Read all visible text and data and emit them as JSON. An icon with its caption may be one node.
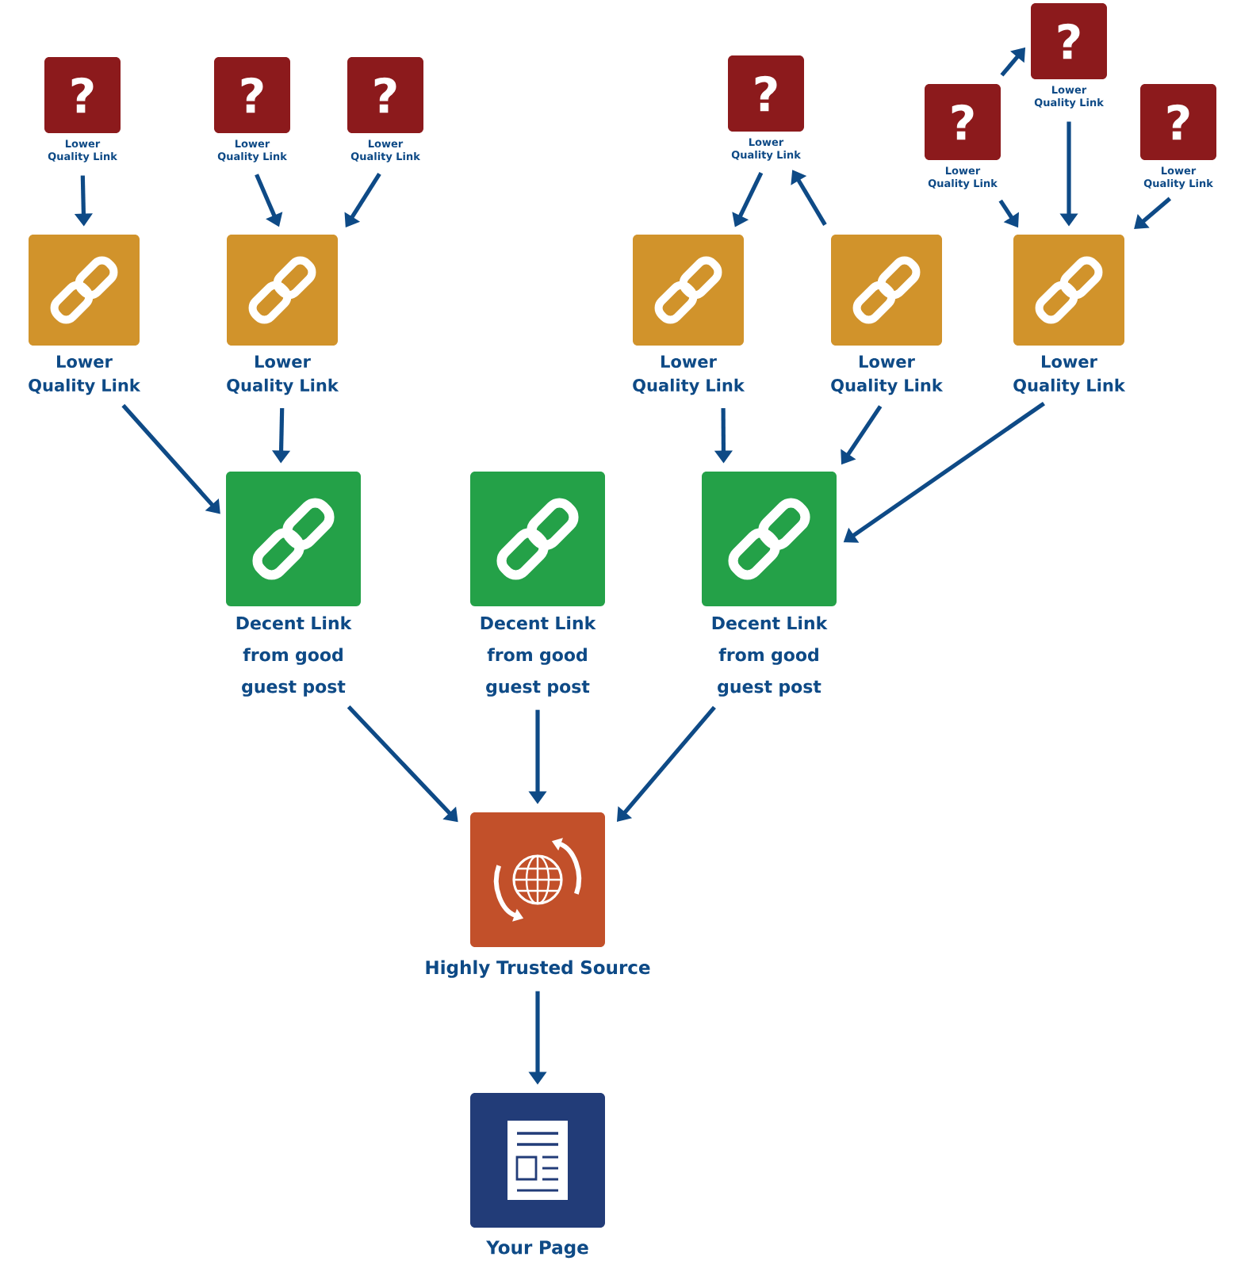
{
  "diagram": {
    "nodes": [
      {
        "text": [
          "?",
          "Lower Quality Link"
        ]
      },
      {
        "text": [
          "?",
          "Lower Quality Link"
        ]
      },
      {
        "text": [
          "?",
          "Lower Quality Link"
        ]
      },
      {
        "text": [
          "?",
          "Lower Quality Link"
        ]
      },
      {
        "text": [
          "?",
          "Lower Quality Link"
        ]
      },
      {
        "text": [
          "?",
          "Lower Quality Link"
        ]
      },
      {
        "text": [
          "?",
          "Lower Quality Link"
        ]
      },
      {
        "text": [
          "Lower Quality Link"
        ]
      },
      {
        "text": [
          "Lower Quality Link"
        ]
      },
      {
        "text": [
          "Lower Quality Link"
        ]
      },
      {
        "text": [
          "Lower Quality Link"
        ]
      },
      {
        "text": [
          "Lower Quality Link"
        ]
      },
      {
        "text": [
          "Decent Link from good guest post"
        ]
      },
      {
        "text": [
          "Decent Link from good guest post"
        ]
      },
      {
        "text": [
          "Decent Link from good guest post"
        ]
      },
      {
        "text": [
          "Highly Trusted Source"
        ]
      },
      {
        "text": [
          "Your Page"
        ]
      }
    ],
    "edges": [
      {
        "from": 1,
        "to": 7,
        "arrow": "to"
      },
      {
        "from": 2,
        "to": 8,
        "arrow": "to"
      },
      {
        "from": 3,
        "to": 8,
        "arrow": "to"
      },
      {
        "from": 4,
        "to": 9,
        "arrow": "to"
      },
      {
        "from": 10,
        "to": 4,
        "arrow": "to"
      },
      {
        "from": 5,
        "to": 0,
        "arrow": "to"
      },
      {
        "from": 0,
        "to": 11,
        "arrow": "to"
      },
      {
        "from": 5,
        "to": 11,
        "arrow": "to"
      },
      {
        "from": 6,
        "to": 11,
        "arrow": "to"
      },
      {
        "from": 7,
        "to": 12,
        "arrow": "to"
      },
      {
        "from": 8,
        "to": 12,
        "arrow": "to"
      },
      {
        "from": 9,
        "to": 14,
        "arrow": "to"
      },
      {
        "from": 10,
        "to": 14,
        "arrow": "to"
      },
      {
        "from": 11,
        "to": 14,
        "arrow": "to"
      },
      {
        "from": 12,
        "to": 15,
        "arrow": "to"
      },
      {
        "from": 13,
        "to": 15,
        "arrow": "to"
      },
      {
        "from": 14,
        "to": 15,
        "arrow": "to"
      },
      {
        "from": 15,
        "to": 16,
        "arrow": "to"
      }
    ]
  }
}
